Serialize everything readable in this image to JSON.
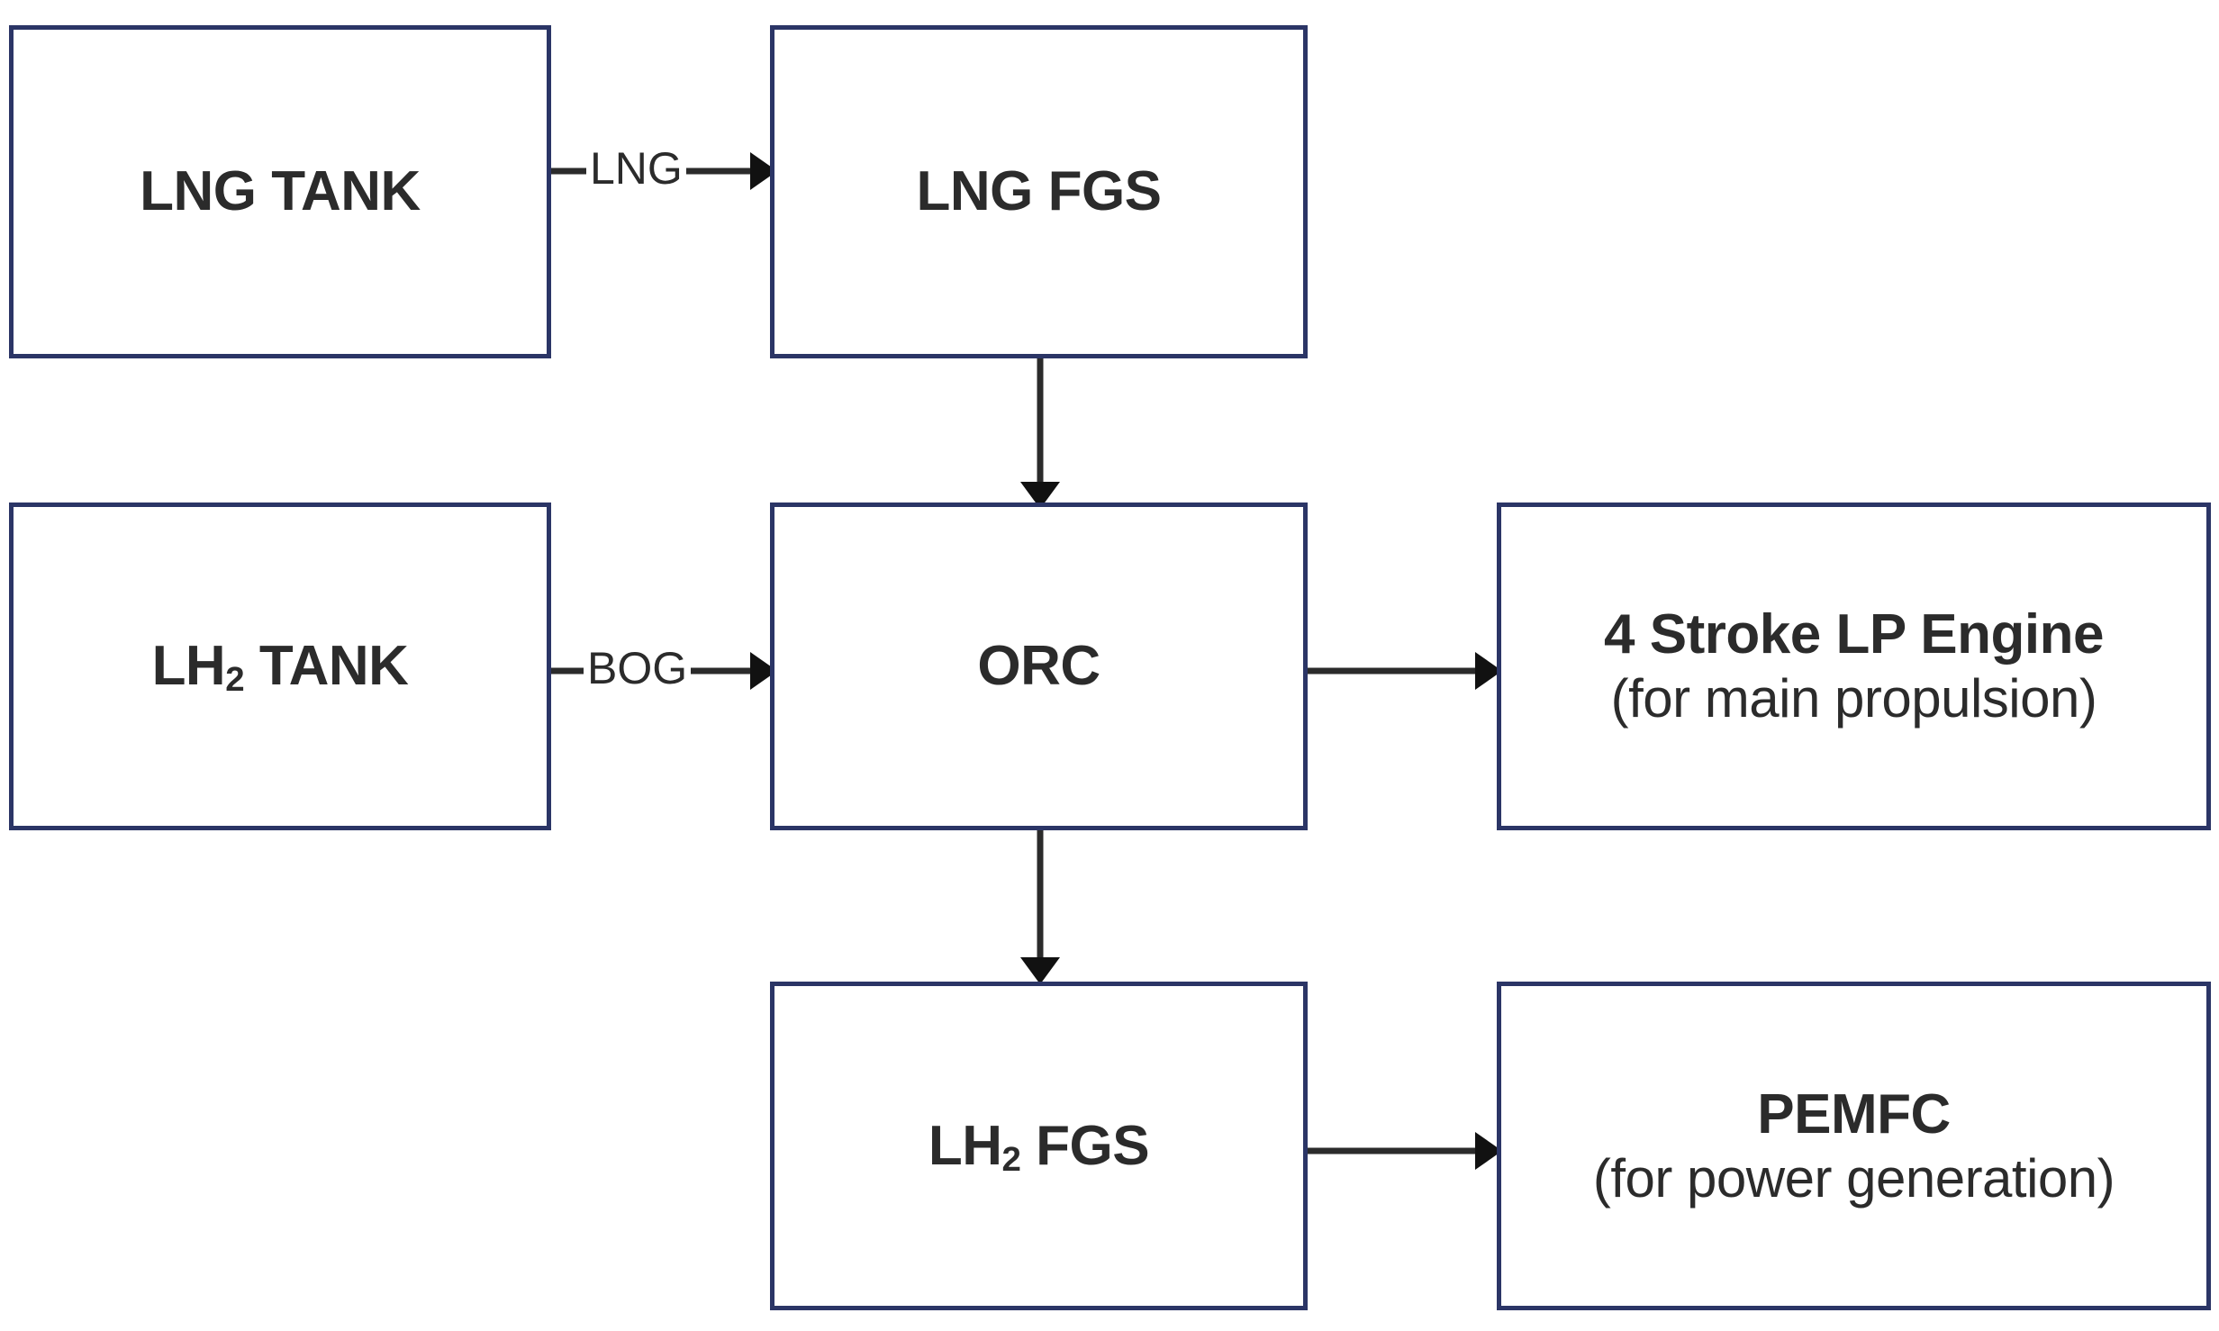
{
  "diagram": {
    "title": "LNG / LH2 hybrid fuel gas supply block diagram",
    "border_color": "#2b3566",
    "line_color": "#2b2b2b",
    "background": "#ffffff",
    "nodes": [
      {
        "id": "lng-tank",
        "title": "LNG TANK",
        "title_sub": "",
        "title_tail": "",
        "subtitle": ""
      },
      {
        "id": "lng-fgs",
        "title": "LNG FGS",
        "title_sub": "",
        "title_tail": "",
        "subtitle": ""
      },
      {
        "id": "lh2-tank",
        "title": "LH",
        "title_sub": "2",
        "title_tail": " TANK",
        "subtitle": ""
      },
      {
        "id": "orc",
        "title": "ORC",
        "title_sub": "",
        "title_tail": "",
        "subtitle": ""
      },
      {
        "id": "engine",
        "title": "4 Stroke LP Engine",
        "title_sub": "",
        "title_tail": "",
        "subtitle": "(for main propulsion)"
      },
      {
        "id": "lh2-fgs",
        "title": "LH",
        "title_sub": "2",
        "title_tail": " FGS",
        "subtitle": ""
      },
      {
        "id": "pemfc",
        "title": "PEMFC",
        "title_sub": "",
        "title_tail": "",
        "subtitle": "(for power generation)"
      }
    ],
    "edges": [
      {
        "id": "lngtank-to-lngfgs",
        "from": "lng-tank",
        "to": "lng-fgs",
        "label": "LNG",
        "direction": "right"
      },
      {
        "id": "lngfgs-to-orc",
        "from": "lng-fgs",
        "to": "orc",
        "label": "",
        "direction": "down"
      },
      {
        "id": "lh2tank-to-orc",
        "from": "lh2-tank",
        "to": "orc",
        "label": "BOG",
        "direction": "right"
      },
      {
        "id": "orc-to-engine",
        "from": "orc",
        "to": "engine",
        "label": "",
        "direction": "right"
      },
      {
        "id": "orc-to-lh2fgs",
        "from": "orc",
        "to": "lh2-fgs",
        "label": "",
        "direction": "down"
      },
      {
        "id": "lh2fgs-to-pemfc",
        "from": "lh2-fgs",
        "to": "pemfc",
        "label": "",
        "direction": "right"
      }
    ]
  }
}
